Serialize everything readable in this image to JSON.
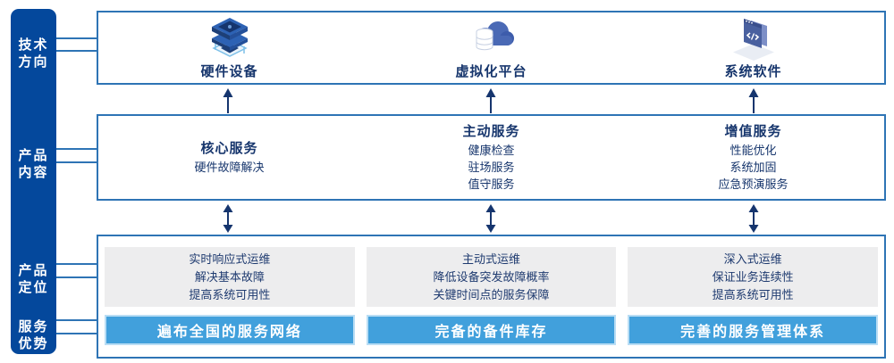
{
  "colors": {
    "sidebar_blue": "#04489c",
    "box_border_blue": "#2e74b5",
    "navy_text": "#17366d",
    "advantage_bar_blue": "#41a0dc",
    "panel_gray": "#ededee",
    "arrow_navy": "#16356e"
  },
  "sidebar": {
    "items": [
      {
        "line1": "技术",
        "line2": "方向"
      },
      {
        "line1": "产品",
        "line2": "内容"
      },
      {
        "line1": "产品",
        "line2": "定位"
      },
      {
        "line1": "服务",
        "line2": "优势"
      }
    ]
  },
  "tech_directions": {
    "items": [
      {
        "label": "硬件设备",
        "icon": "server-stack-icon"
      },
      {
        "label": "虚拟化平台",
        "icon": "cloud-database-icon"
      },
      {
        "label": "系统软件",
        "icon": "code-window-icon"
      }
    ]
  },
  "product_content": {
    "columns": [
      {
        "header": "核心服务",
        "items": [
          "硬件故障解决"
        ]
      },
      {
        "header": "主动服务",
        "items": [
          "健康检查",
          "驻场服务",
          "值守服务"
        ]
      },
      {
        "header": "增值服务",
        "items": [
          "性能优化",
          "系统加固",
          "应急预演服务"
        ]
      }
    ]
  },
  "product_positioning": {
    "columns": [
      {
        "lines": [
          "实时响应式运维",
          "解决基本故障",
          "提高系统可用性"
        ]
      },
      {
        "lines": [
          "主动式运维",
          "降低设备突发故障概率",
          "关键时间点的服务保障"
        ]
      },
      {
        "lines": [
          "深入式运维",
          "保证业务连续性",
          "提高系统可用性"
        ]
      }
    ]
  },
  "service_advantages": {
    "items": [
      "遍布全国的服务网络",
      "完备的备件库存",
      "完善的服务管理体系"
    ]
  }
}
